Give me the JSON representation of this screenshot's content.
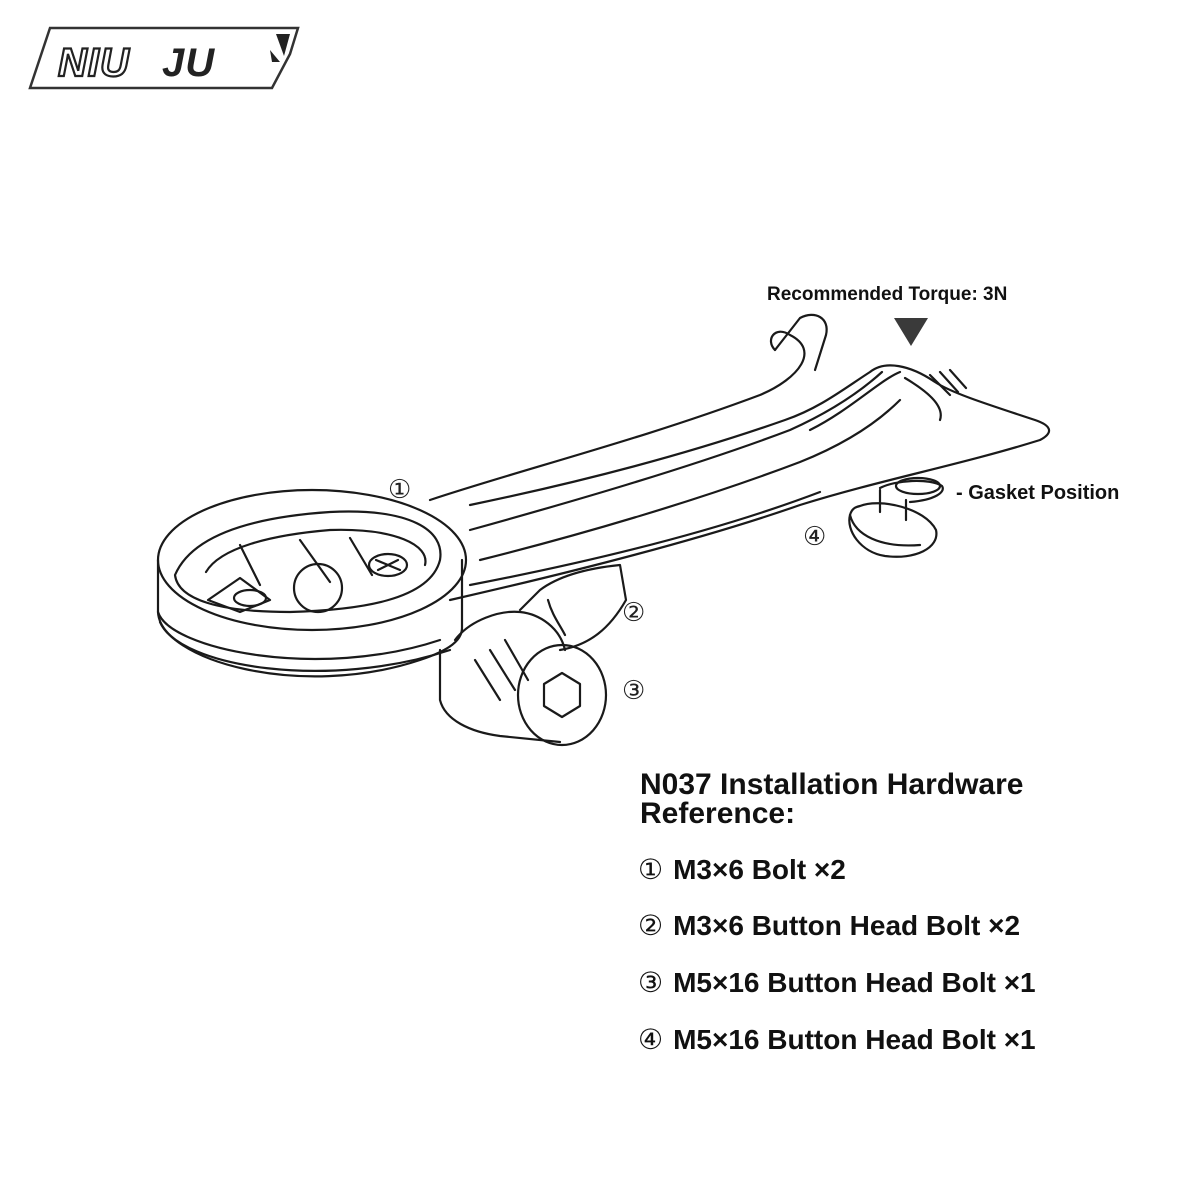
{
  "logo": {
    "text": "NIU JU"
  },
  "labels": {
    "torque": "Recommended Torque: 3N",
    "gasket": "- Gasket Position"
  },
  "callouts": {
    "one": "①",
    "two": "②",
    "three": "③",
    "four": "④"
  },
  "reference": {
    "title": "N037 Installation Hardware Reference:",
    "items": [
      {
        "marker": "①",
        "text": "M3×6 Bolt ×2"
      },
      {
        "marker": "②",
        "text": "M3×6 Button Head Bolt ×2"
      },
      {
        "marker": "③",
        "text": "M5×16 Button Head Bolt ×1"
      },
      {
        "marker": "④",
        "text": "M5×16 Button Head Bolt ×1"
      }
    ]
  }
}
